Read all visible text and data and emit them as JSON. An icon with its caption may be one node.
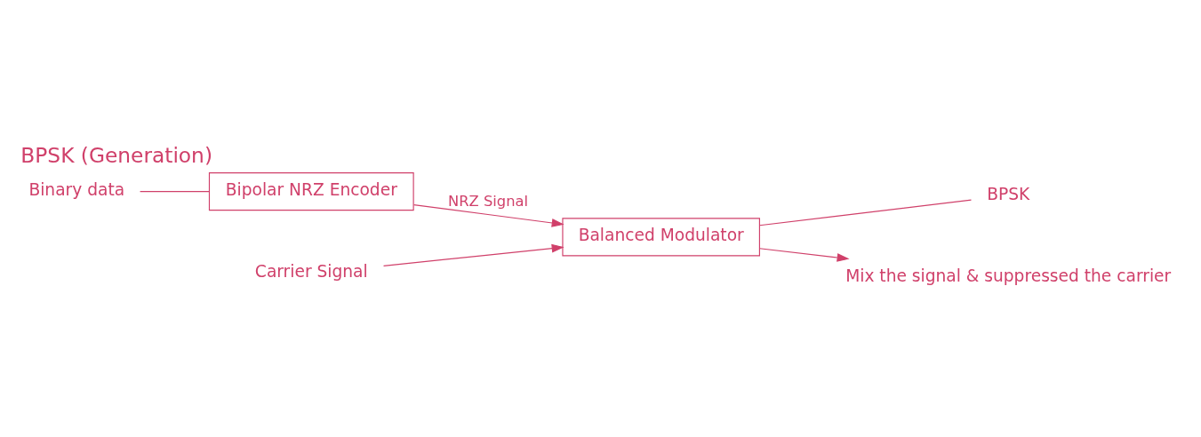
{
  "diagram": {
    "title": "BPSK (Generation)",
    "nodes": [
      {
        "text": [
          "Binary data"
        ]
      },
      {
        "text": [
          "Bipolar NRZ Encoder"
        ]
      },
      {
        "text": [
          "Balanced Modulator"
        ]
      },
      {
        "text": [
          "BPSK"
        ]
      },
      {
        "text": [
          "Mix the signal & suppressed the carrier"
        ]
      },
      {
        "text": [
          "Carrier Signal"
        ]
      }
    ],
    "edges": [
      {
        "from": 0,
        "to": 1,
        "arrow": "none"
      },
      {
        "from": 1,
        "to": 2,
        "arrow": "to",
        "label": "NRZ Signal"
      },
      {
        "from": 2,
        "to": 3,
        "arrow": "none"
      },
      {
        "from": 2,
        "to": 4,
        "arrow": "to"
      },
      {
        "from": 5,
        "to": 2,
        "arrow": "to"
      }
    ]
  }
}
